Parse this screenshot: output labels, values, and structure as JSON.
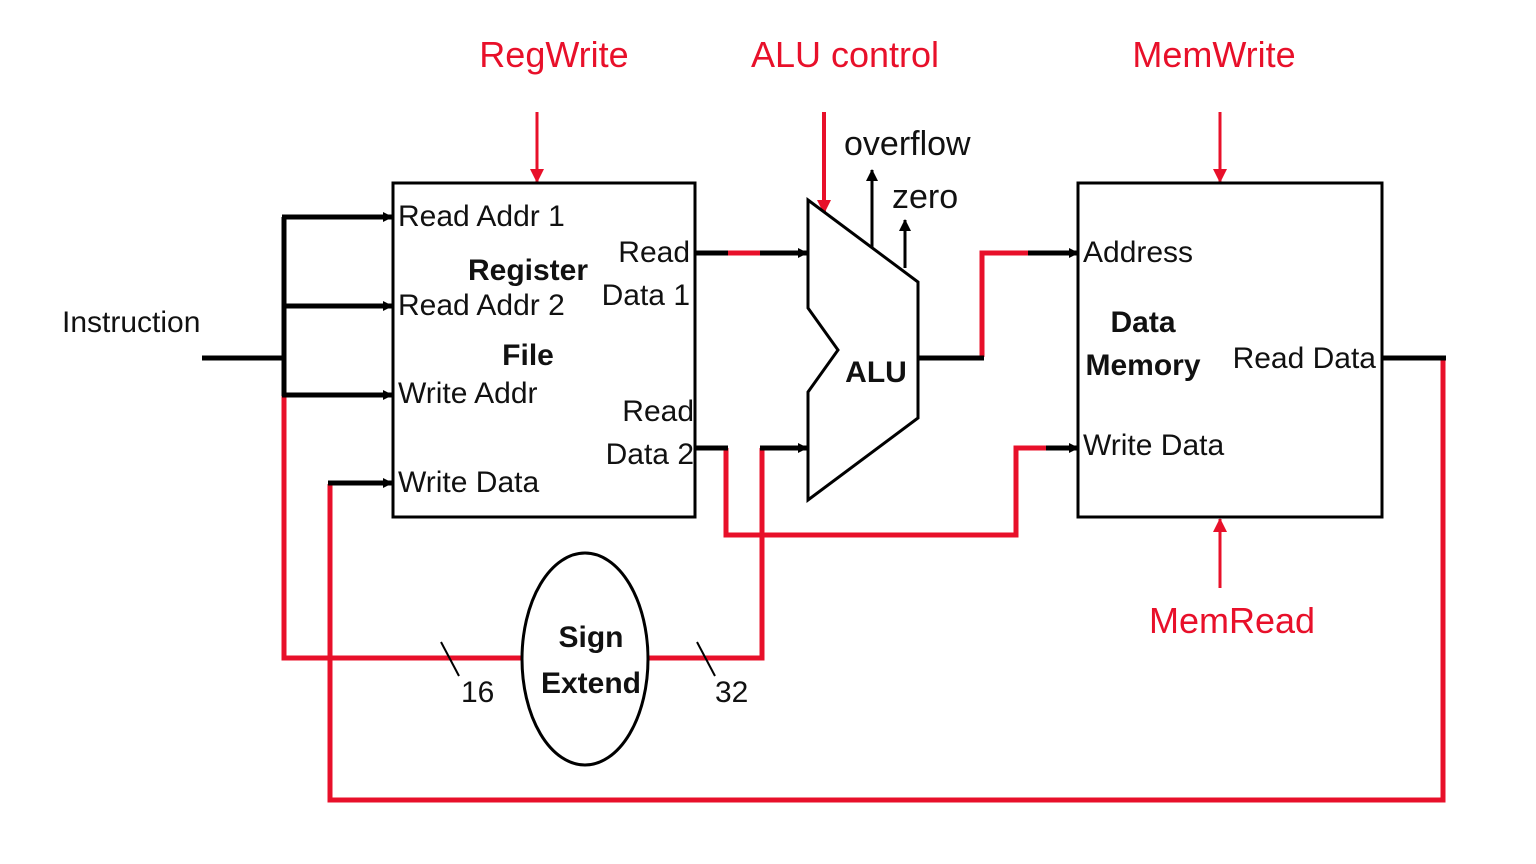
{
  "controls": {
    "regwrite": "RegWrite",
    "alu_control": "ALU control",
    "memwrite": "MemWrite",
    "memread": "MemRead"
  },
  "inputs": {
    "instruction": "Instruction"
  },
  "register_file": {
    "title_line1": "Register",
    "title_line2": "File",
    "read_addr1": "Read Addr 1",
    "read_addr2": "Read Addr 2",
    "write_addr": "Write Addr",
    "write_data": "Write Data",
    "read_data1_line1": "Read",
    "read_data1_line2": "Data 1",
    "read_data2_line1": "Read",
    "read_data2_line2": "Data 2"
  },
  "alu": {
    "label": "ALU",
    "overflow": "overflow",
    "zero": "zero"
  },
  "data_memory": {
    "title_line1": "Data",
    "title_line2": "Memory",
    "address": "Address",
    "write_data": "Write Data",
    "read_data": "Read Data"
  },
  "sign_extend": {
    "line1": "Sign",
    "line2": "Extend",
    "in_width": "16",
    "out_width": "32"
  },
  "colors": {
    "control": "#e8102a",
    "wire": "#000000"
  }
}
